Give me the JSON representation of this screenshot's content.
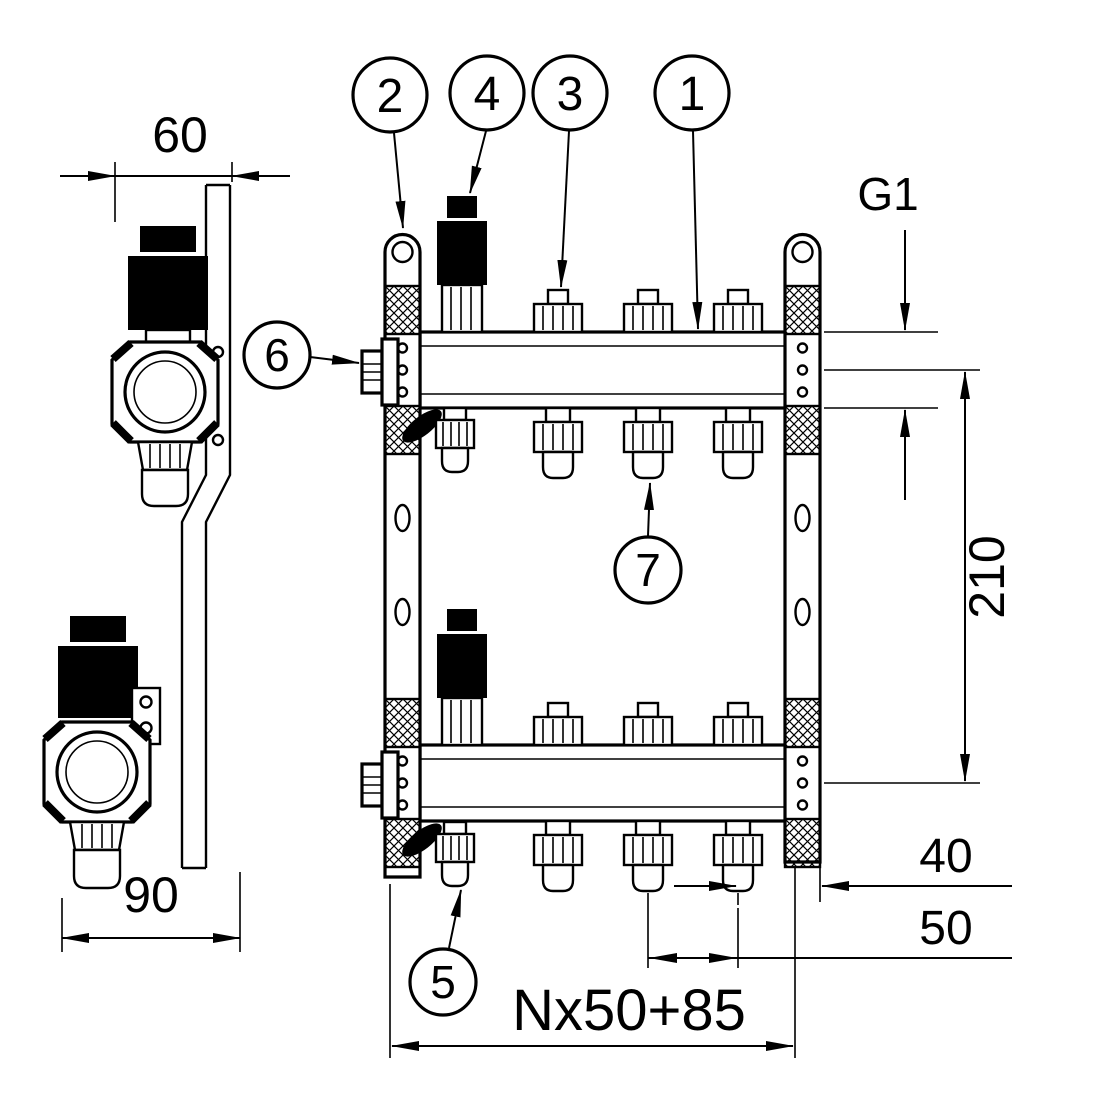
{
  "drawing": {
    "type": "technical-drawing",
    "subject": "floor-heating-manifold",
    "colors": {
      "ink": "#000000",
      "paper": "#ffffff"
    },
    "callouts": {
      "c1": "1",
      "c2": "2",
      "c3": "3",
      "c4": "4",
      "c5": "5",
      "c6": "6",
      "c7": "7"
    },
    "dimensions": {
      "bracket_depth": "60",
      "mount_offset": "90",
      "connection_thread": "G1",
      "beam_axis_distance": "210",
      "end_offset": "40",
      "outlet_spacing": "50",
      "total_length": "Nx50+85"
    }
  }
}
